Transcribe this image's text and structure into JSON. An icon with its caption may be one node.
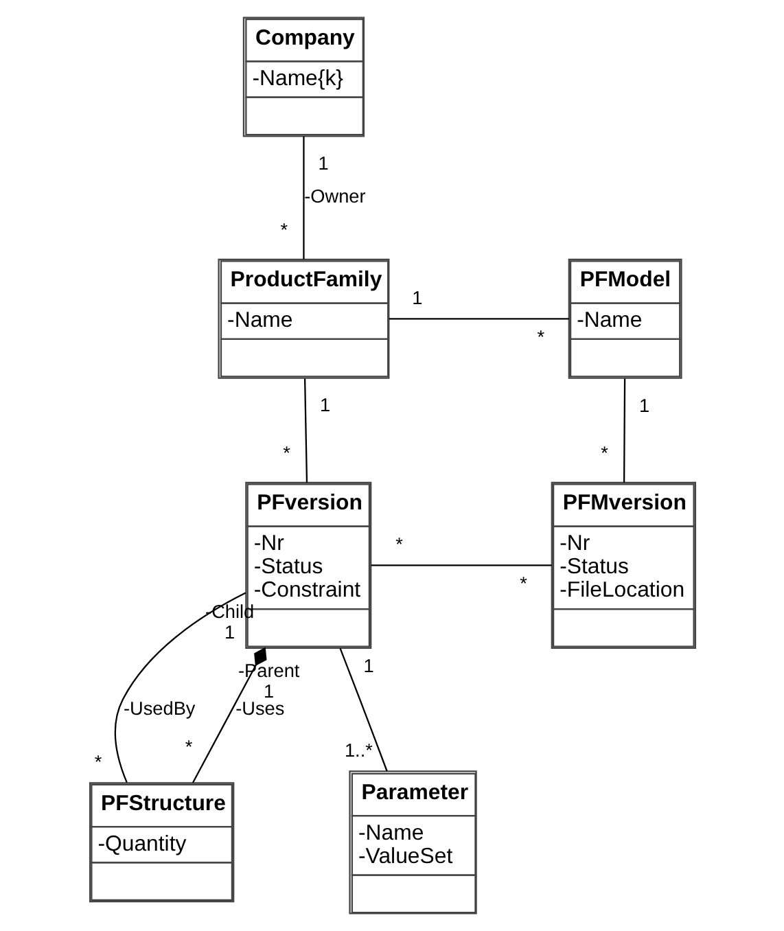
{
  "diagram": {
    "nodes": [
      {
        "text": [
          "Company",
          "-Name{k}"
        ]
      },
      {
        "text": [
          "ProductFamily",
          "-Name"
        ]
      },
      {
        "text": [
          "PFModel",
          "-Name"
        ]
      },
      {
        "text": [
          "PFversion",
          "-Nr",
          "-Status",
          "-Constraint"
        ]
      },
      {
        "text": [
          "PFStructure",
          "-Quantity"
        ]
      },
      {
        "text": [
          "PFMversion",
          "-Nr",
          "-Status",
          "-FileLocation"
        ]
      },
      {
        "text": [
          "Parameter",
          "-Name",
          "-ValueSet"
        ]
      }
    ],
    "edges": [
      {
        "from": 0,
        "to": 1,
        "arrow": "none",
        "label": "-Owner"
      },
      {
        "from": 1,
        "to": 2,
        "arrow": "none"
      },
      {
        "from": 1,
        "to": 3,
        "arrow": "none"
      },
      {
        "from": 3,
        "to": 5,
        "arrow": "none"
      },
      {
        "from": 2,
        "to": 5,
        "arrow": "none"
      },
      {
        "from": 3,
        "to": 4,
        "arrow": "none",
        "label": "-UsedBy"
      },
      {
        "from": 3,
        "to": 4,
        "arrow": "other",
        "label": "-Uses"
      },
      {
        "from": 3,
        "to": 6,
        "arrow": "none"
      }
    ],
    "labels": [
      "1",
      "*",
      "1",
      "*",
      "1",
      "*",
      "*",
      "1",
      "*",
      "*",
      "-Child",
      "-Parent",
      "1",
      "*",
      "*",
      "1",
      "1",
      "1..*"
    ]
  }
}
